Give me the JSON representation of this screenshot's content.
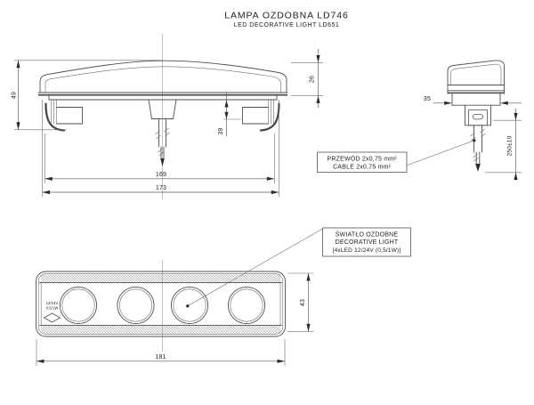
{
  "title": {
    "line1": "LAMPA OZDOBNA LD746",
    "line2": "LED DECORATIVE LIGHT LD651"
  },
  "front_view": {
    "dim_overall_height": "49",
    "dim_lens_height": "26",
    "dim_body_depth": "39",
    "dim_mounting_width": "169",
    "dim_overall_width": "173"
  },
  "side_view": {
    "dim_width": "35",
    "dim_cable_length": "250±10"
  },
  "bottom_view": {
    "dim_height": "43",
    "dim_width": "181",
    "marking_voltage": "12/24V",
    "marking_power": "0,5/1W"
  },
  "callouts": {
    "cable": {
      "line1": "PRZEWÓD 2x0,75 mm²",
      "line2": "CABLE 2x0,75 mm²"
    },
    "light": {
      "line1": "ŚWIATŁO OZDOBNE",
      "line2": "DECORATIVE LIGHT",
      "line3": "[4xLED 12/24V (0,5/1W)]"
    }
  },
  "colors": {
    "line": "#4f4f4f",
    "text": "#222222",
    "background": "#ffffff"
  }
}
